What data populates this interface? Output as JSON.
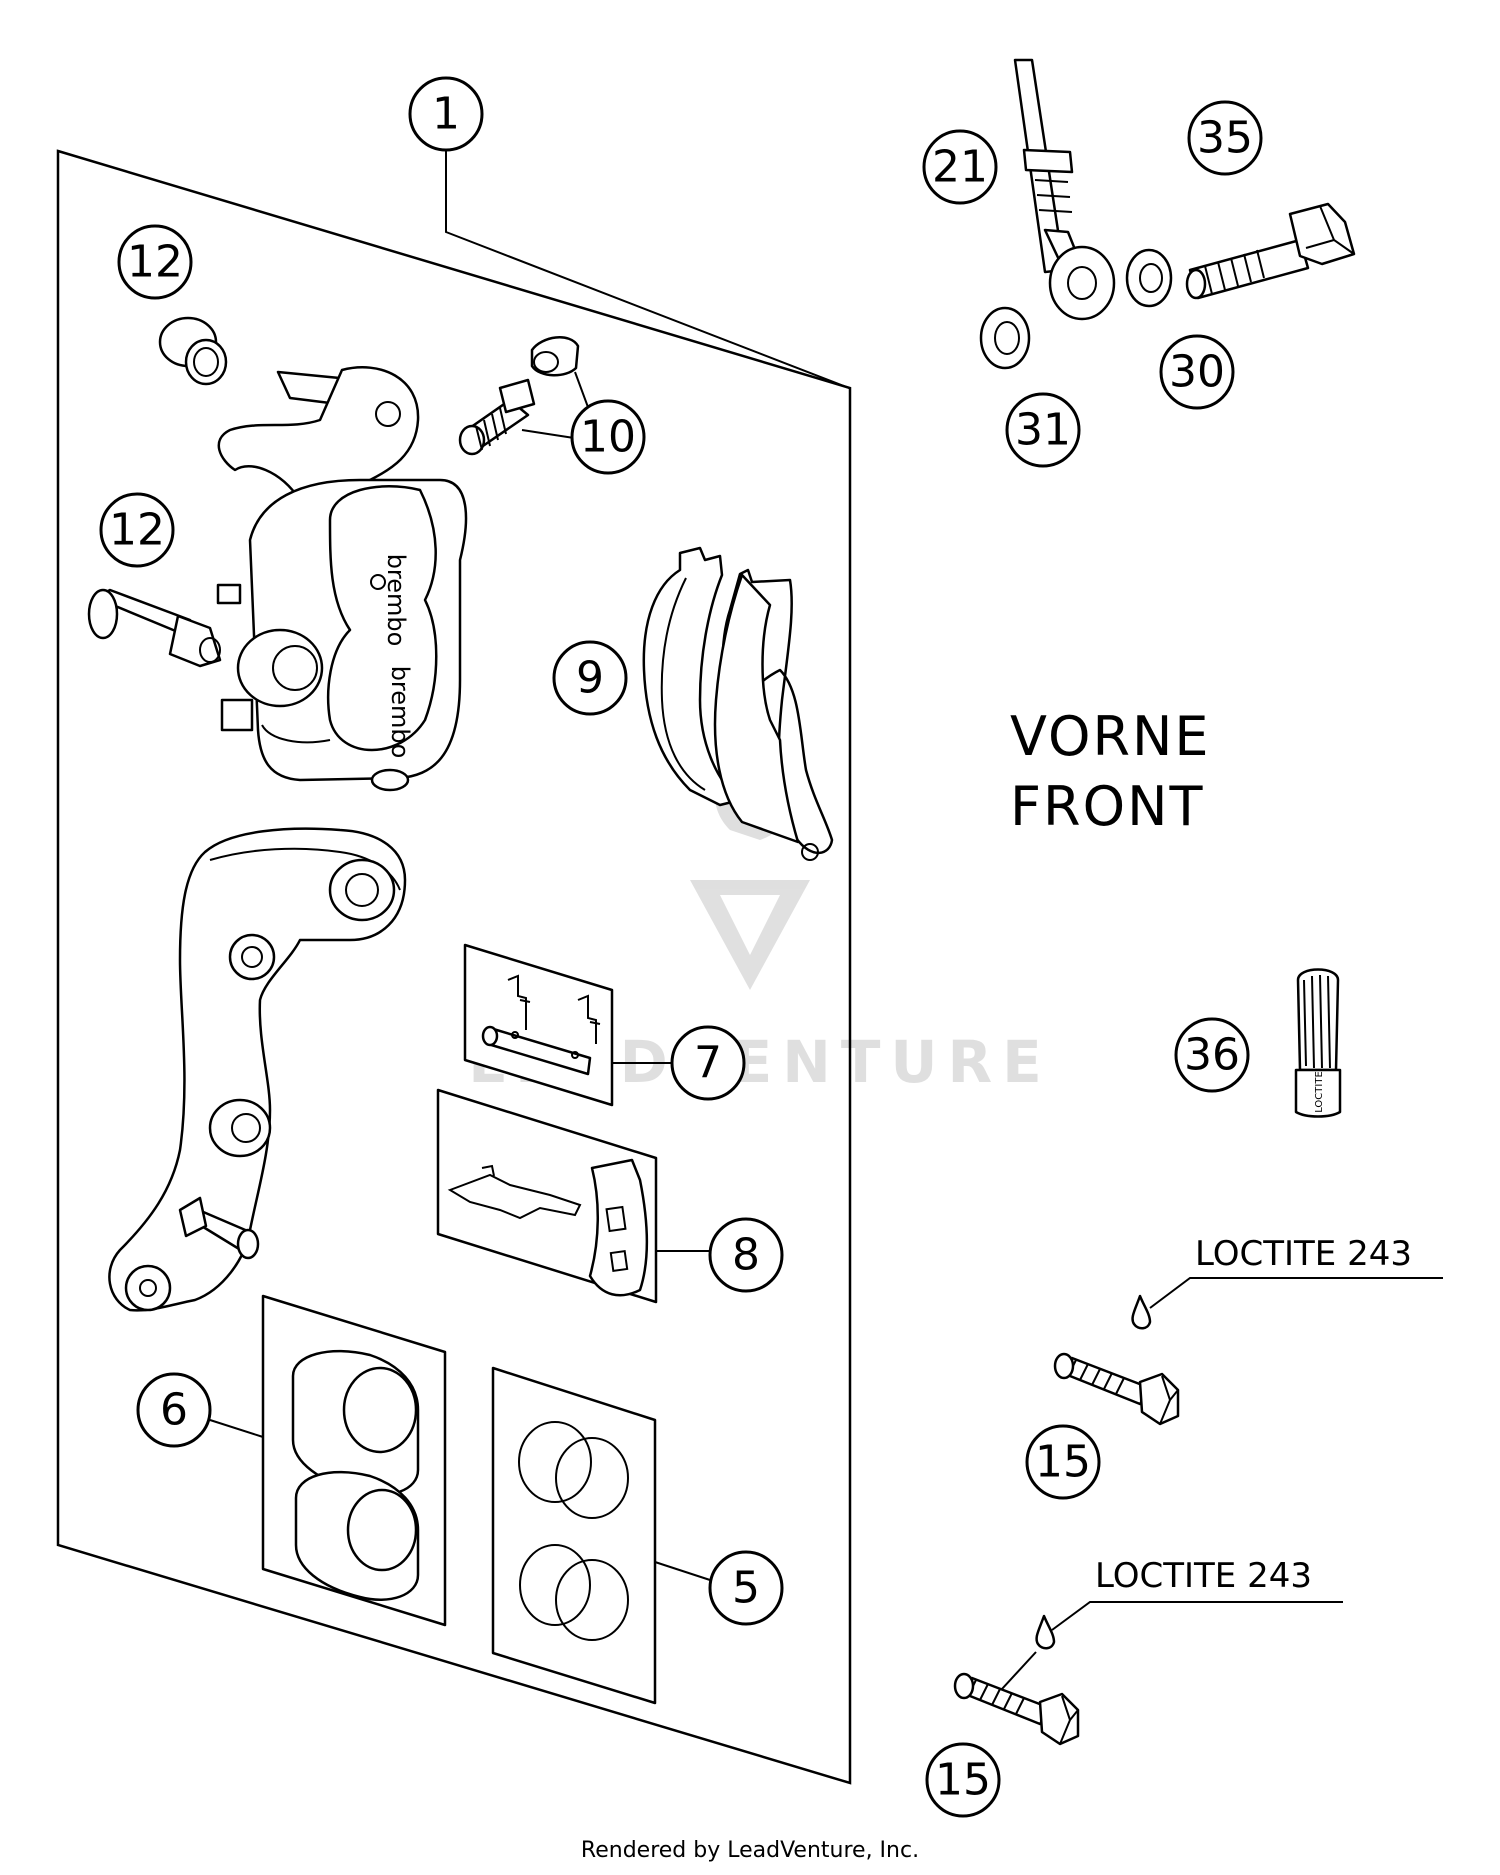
{
  "callouts": {
    "c1": "1",
    "c12a": "12",
    "c12b": "12",
    "c10": "10",
    "c9": "9",
    "c7": "7",
    "c8": "8",
    "c6": "6",
    "c5": "5",
    "c21": "21",
    "c35": "35",
    "c30": "30",
    "c31": "31",
    "c36": "36",
    "c15a": "15",
    "c15b": "15"
  },
  "labels": {
    "vorne": "VORNE",
    "front": "FRONT",
    "loctite_a": "LOCTITE 243",
    "loctite_b": "LOCTITE 243",
    "tube_text": "LOCTITE",
    "brembo_top": "brembo",
    "brembo_bottom": "brembo"
  },
  "watermark": "LEADVENTURE",
  "footer": "Rendered by LeadVenture, Inc."
}
